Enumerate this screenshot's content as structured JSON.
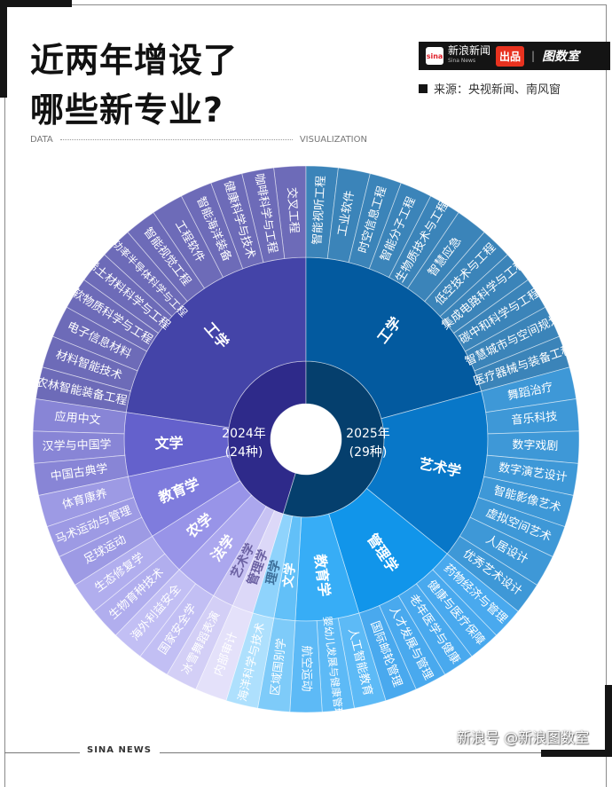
{
  "header": {
    "title_line1": "近两年增设了",
    "title_line2": "哪些新专业?",
    "data_label": "DATA",
    "visualization_label": "VISUALIZATION",
    "brand_logo": "sina",
    "brand_name": "新浪新闻",
    "brand_sub": "Sina News",
    "brand_tag": "出品",
    "brand_separator": "|",
    "brand_partner": "图数室",
    "source": "来源：央视新闻、南风窗"
  },
  "footer": {
    "sina_news": "SINA NEWS",
    "weibo": "新浪号 @新浪图数室"
  },
  "chart_data": {
    "type": "sunburst",
    "title": "近两年增设了哪些新专业?",
    "years": [
      {
        "year": "2024年",
        "count_label": "(24种)",
        "count": 24,
        "direction": "counterclockwise",
        "color": "#2e2a8a",
        "categories": [
          {
            "name": "工学",
            "color": "#4444a8",
            "outer": "#6d6bb8",
            "label_color": "#ffffff",
            "majors": [
              "交叉工程",
              "咖啡科学与工程",
              "健康科学与技术",
              "智能海洋装备",
              "工程软件",
              "智能视觉工程",
              "大功率半导体科学与工程",
              "稀土材料科学与工程",
              "软物质科学与工程",
              "电子信息材料",
              "材料智能技术",
              "农林智能装备工程"
            ]
          },
          {
            "name": "文学",
            "color": "#6461cc",
            "outer": "#8885d6",
            "label_color": "#ffffff",
            "majors": [
              "应用中文",
              "汉学与中国学",
              "中国古典学"
            ]
          },
          {
            "name": "教育学",
            "color": "#7f7cdd",
            "outer": "#9d9ae4",
            "label_color": "#ffffff",
            "majors": [
              "体育康养",
              "马术运动与管理",
              "足球运动"
            ]
          },
          {
            "name": "农学",
            "color": "#9894e8",
            "outer": "#b1aeee",
            "label_color": "#ffffff",
            "majors": [
              "生态修复学",
              "生物育种技术"
            ]
          },
          {
            "name": "法学",
            "color": "#aba7ee",
            "outer": "#c2bff4",
            "label_color": "#ffffff",
            "majors": [
              "海外利益安全",
              "国家安全学"
            ]
          },
          {
            "name": "艺术学",
            "color": "#c7c2f3",
            "outer": "#d3cff6",
            "label_color": "#6c62a3",
            "majors": [
              "冰雪舞蹈表演"
            ]
          },
          {
            "name": "管理学",
            "color": "#dcd8f8",
            "outer": "#e4e1fa",
            "label_color": "#6c62a3",
            "majors": [
              "内部审计"
            ]
          }
        ]
      },
      {
        "year": "2025年",
        "count_label": "(29种)",
        "count": 29,
        "direction": "clockwise",
        "color": "#053f6d",
        "categories": [
          {
            "name": "工学",
            "color": "#035a9f",
            "outer": "#3b84b9",
            "label_color": "#ffffff",
            "majors": [
              "智能视听工程",
              "工业软件",
              "时空信息工程",
              "智能分子工程",
              "生物质技术与工程",
              "智慧应急",
              "低空技术与工程",
              "集成电路科学与工程",
              "碳中和科学与工程",
              "智慧城市与空间规划",
              "医疗器械与装备工程"
            ]
          },
          {
            "name": "艺术学",
            "color": "#0877c8",
            "outer": "#3e98d7",
            "label_color": "#ffffff",
            "majors": [
              "舞蹈治疗",
              "音乐科技",
              "数字戏剧",
              "数字演艺设计",
              "智能影像艺术",
              "虚拟空间艺术",
              "人居设计",
              "优秀艺术设计"
            ]
          },
          {
            "name": "管理学",
            "color": "#1195ea",
            "outer": "#49a9ee",
            "label_color": "#ffffff",
            "majors": [
              "药物经济与管理",
              "健康与医疗保障",
              "老年医学与健康",
              "人才发展与管理",
              "国际邮轮管理"
            ]
          },
          {
            "name": "教育学",
            "color": "#37adf6",
            "outer": "#5dbaf6",
            "label_color": "#ffffff",
            "majors": [
              "人工智能教育",
              "婴幼儿发展与健康管理",
              "航空运动"
            ]
          },
          {
            "name": "文学",
            "color": "#62c0f8",
            "outer": "#7ecbf9",
            "label_color": "#ffffff",
            "majors": [
              "区域国别学"
            ]
          },
          {
            "name": "理学",
            "color": "#8fd3fc",
            "outer": "#aee0fd",
            "label_color": "#3d6f9a",
            "majors": [
              "海洋科学与技术"
            ]
          }
        ]
      }
    ]
  }
}
